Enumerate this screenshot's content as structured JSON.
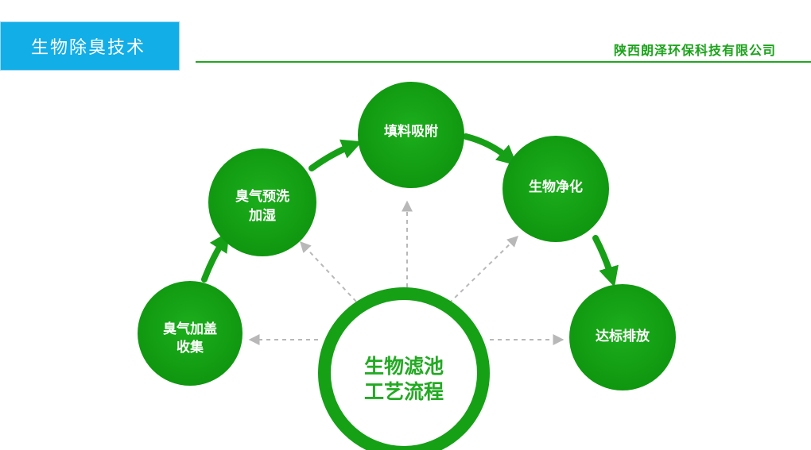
{
  "header": {
    "title": "生物除臭技术",
    "company": "陕西朗泽环保科技有限公司"
  },
  "colors": {
    "title_bg": "#12aee8",
    "green": "#1aa31a",
    "node_fill": "#12a012"
  },
  "diagram": {
    "center": {
      "lines": [
        "生物滤池",
        "工艺流程"
      ]
    },
    "steps": [
      {
        "id": "collect",
        "lines": [
          "臭气加盖",
          "收集"
        ]
      },
      {
        "id": "prewash",
        "lines": [
          "臭气预洗",
          "加湿"
        ]
      },
      {
        "id": "adsorb",
        "lines": [
          "填料吸附"
        ]
      },
      {
        "id": "purify",
        "lines": [
          "生物净化"
        ]
      },
      {
        "id": "discharge",
        "lines": [
          "达标排放"
        ]
      }
    ]
  }
}
